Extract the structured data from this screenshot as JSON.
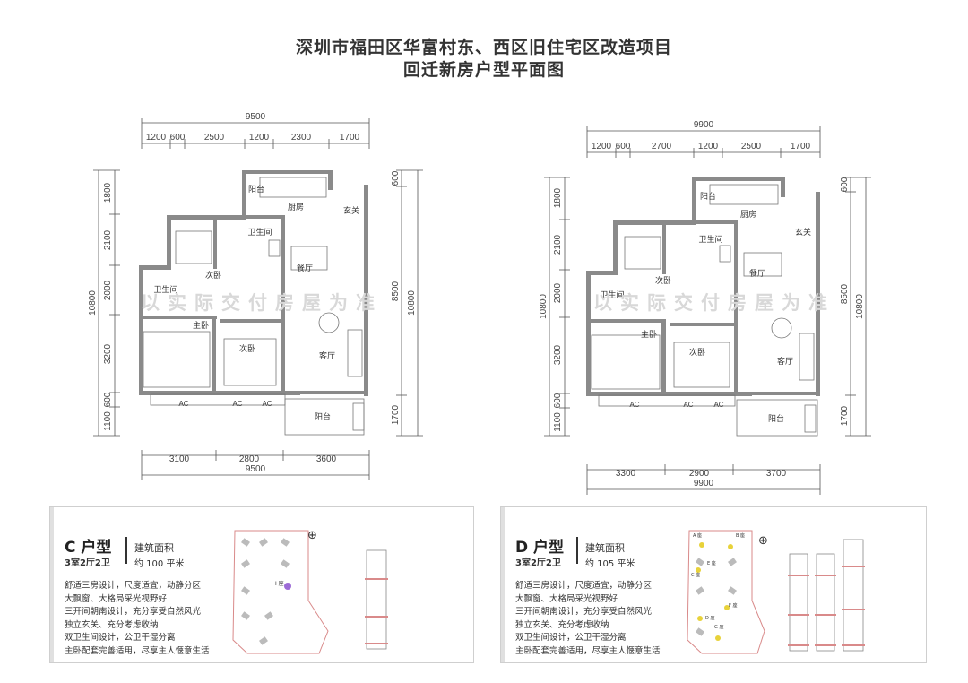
{
  "header": {
    "title_line1": "深圳市福田区华富村东、西区旧住宅区改造项目",
    "title_line2": "回迁新房户型平面图"
  },
  "watermark": "以实际交付房屋为准",
  "plan_c": {
    "top_total": "9500",
    "top_dims": [
      "1200",
      "600",
      "2500",
      "1200",
      "2300",
      "1700"
    ],
    "left_dims": [
      "1800",
      "2100",
      "2000",
      "3200",
      "600",
      "1100"
    ],
    "left_total": "10800",
    "right_dims": [
      "600",
      "8500",
      "1700"
    ],
    "right_total": "10800",
    "bottom_dims": [
      "3100",
      "2800",
      "3600"
    ],
    "bottom_total": "9500",
    "rooms": {
      "balcony_top": "阳台",
      "kitchen": "厨房",
      "entry": "玄关",
      "bath1": "卫生间",
      "bedroom_a": "次卧",
      "dining": "餐厅",
      "bath2": "卫生间",
      "master": "主卧",
      "bedroom_b": "次卧",
      "living": "客厅",
      "balcony_bottom": "阳台"
    },
    "ac": [
      "AC",
      "AC",
      "AC"
    ]
  },
  "plan_d": {
    "top_total": "9900",
    "top_dims": [
      "1200",
      "600",
      "2700",
      "1200",
      "2500",
      "1700"
    ],
    "left_dims": [
      "1800",
      "2100",
      "2000",
      "3200",
      "600",
      "1100"
    ],
    "left_total": "10800",
    "right_dims": [
      "600",
      "8500",
      "1700"
    ],
    "right_total": "10800",
    "bottom_dims": [
      "3300",
      "2900",
      "3700"
    ],
    "bottom_total": "9900",
    "rooms": {
      "balcony_top": "阳台",
      "kitchen": "厨房",
      "entry": "玄关",
      "bath1": "卫生间",
      "bedroom_a": "次卧",
      "dining": "餐厅",
      "bath2": "卫生间",
      "master": "主卧",
      "bedroom_b": "次卧",
      "living": "客厅",
      "balcony_bottom": "阳台"
    },
    "ac": [
      "AC",
      "AC",
      "AC"
    ]
  },
  "card_c": {
    "unit_type": "C 户型",
    "rooms": "3室2厅2卫",
    "area_label": "建筑面积",
    "area_value": "约 100 平米",
    "features": [
      "舒适三房设计，尺度适宜，动静分区",
      "大飘窗、大格局采光视野好",
      "三开间朝南设计，充分享受自然风光",
      "独立玄关、充分考虑收纳",
      "双卫生间设计，公卫干湿分离",
      "主卧配套完善适用，尽享主人惬意生活"
    ],
    "site_marker": "I 座"
  },
  "card_d": {
    "unit_type": "D 户型",
    "rooms": "3室2厅2卫",
    "area_label": "建筑面积",
    "area_value": "约 105 平米",
    "features": [
      "舒适三房设计，尺度适宜，动静分区",
      "大飘窗、大格局采光视野好",
      "三开间朝南设计，充分享受自然风光",
      "独立玄关、充分考虑收纳",
      "双卫生间设计，公卫干湿分离",
      "主卧配套完善适用，尽享主人惬意生活"
    ],
    "site_markers": [
      "A 座",
      "B 座",
      "E 座",
      "C 座",
      "F 座",
      "D 座",
      "G 座"
    ]
  }
}
